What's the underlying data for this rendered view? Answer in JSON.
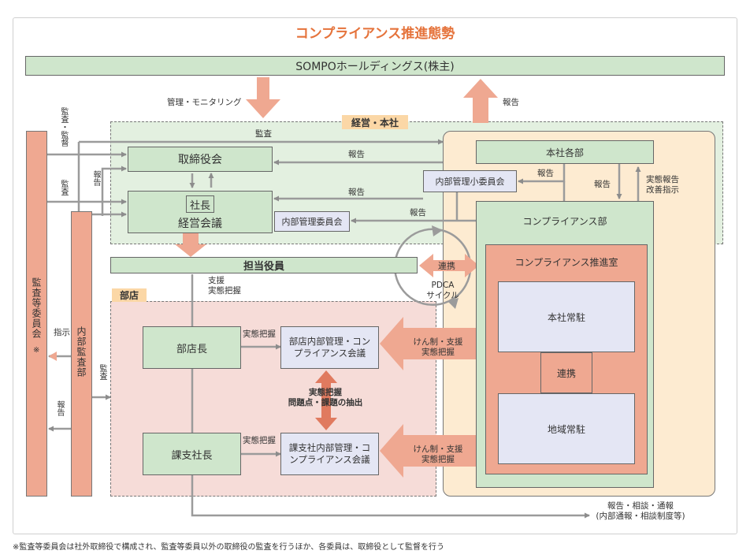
{
  "title": "コンプライアンス推進態勢",
  "colors": {
    "title": "#e5733b",
    "green": "#cfe6cc",
    "salmon": "#efa891",
    "cream": "#fdebd1",
    "pink": "#f6dcd8",
    "lavender": "#e4e6f4",
    "arrow": "#9b9b9b"
  },
  "nodes": {
    "hd": "SOMPOホールディングス(株主)",
    "keiei_label": "経営・本社",
    "torishimari": "取締役会",
    "shacho": "社長",
    "keiei_kaigi": "経営会議",
    "naibu_iinkai": "内部管理委員会",
    "naibu_sho": "内部管理小委員会",
    "honsha_kakubu": "本社各部",
    "compliance_bu": "コンプライアンス部",
    "suishin_shitsu": "コンプライアンス推進室",
    "honsha_joju": "本社常駐",
    "renkei_inner": "連携",
    "chiiki_joju": "地域常駐",
    "tanto": "担当役員",
    "buten_label": "部店",
    "butencho": "部店長",
    "buten_kaigi": "部店内部管理・コンプライアンス会議",
    "kashisha": "課支社長",
    "kashisha_kaigi": "課支社内部管理・コンプライアンス会議",
    "kansa_iinkai": "監査等委員会",
    "kansa_note": "※",
    "naibu_kansa": "内部監査部"
  },
  "labels": {
    "kanri": "管理・モニタリング",
    "hokoku_hd": "報告",
    "kansa_kantoku": "監査・監督",
    "kansa_top": "監査",
    "hokoku_tori": "報告",
    "hokoku_left": "報告",
    "kansa_mid": "監査",
    "hokoku_keiei": "報告",
    "hokoku_iinkai": "報告",
    "hokoku_sho": "報告",
    "hokoku_honsha": "報告",
    "jittai_kaizen": "実態報告\n改善指示",
    "renkei": "連携",
    "pdca": "PDCA\nサイクル",
    "shien": "支援\n実態把握",
    "jittai1": "実態把握",
    "jittai2": "実態把握",
    "kensei1": "けん制・支援\n実態把握",
    "kensei2": "けん制・支援\n実態把握",
    "chushutsu": "実態把握\n問題点・課題の抽出",
    "shiji": "指示",
    "kansa_naibu": "監査",
    "hokoku_naibu": "報告",
    "hokoku_bottom": "報告・相談・通報\n(内部通報・相談制度等)"
  },
  "footnote": "※監査等委員会は社外取締役で構成され、監査等委員以外の取締役の監査を行うほか、各委員は、取締役として監督を行う"
}
